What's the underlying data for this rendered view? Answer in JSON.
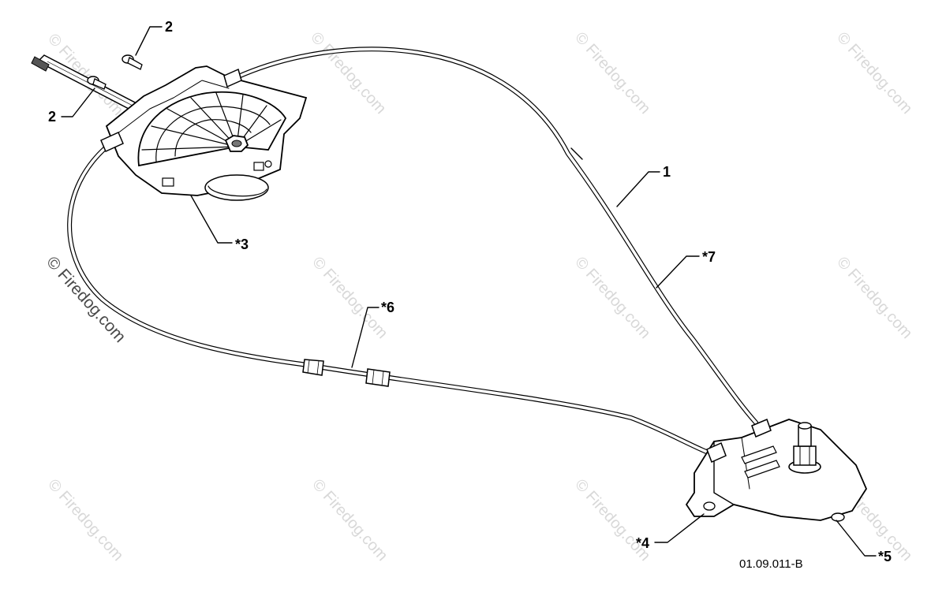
{
  "callouts": {
    "c1": "1",
    "c2a": "2",
    "c2b": "2",
    "c3": "*3",
    "c4": "*4",
    "c5": "*5",
    "c6": "*6",
    "c7": "*7"
  },
  "diagram_code": "01.09.011-B",
  "watermark": {
    "text": "© Firedog.com"
  }
}
